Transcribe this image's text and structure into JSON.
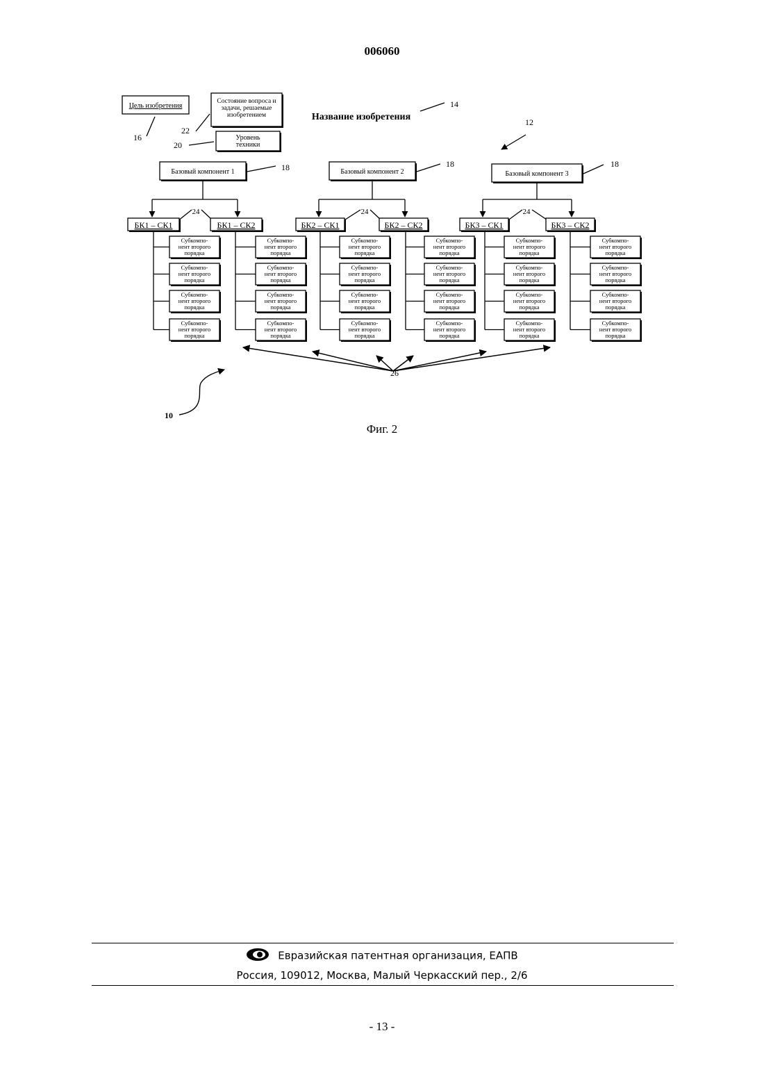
{
  "header": {
    "doc_number": "006060"
  },
  "figure": {
    "title": "Название изобретения",
    "purpose_label": "Цель изобретения",
    "state_label": [
      "Состояние вопроса и",
      "задачи, решаемые",
      "изобретением"
    ],
    "level_label": [
      "Уровень",
      "техники"
    ],
    "base_labels": [
      "Базовый компонент 1",
      "Базовый компонент 2",
      "Базовый компонент 3"
    ],
    "sub_labels": [
      "БК1 – СК1",
      "БК1 – СК2",
      "БК2 – СК1",
      "БК2 – СК2",
      "БК3 – СК1",
      "БК3 – СК2"
    ],
    "second_order_label": [
      "Субкомпо-",
      "нент второго",
      "порядка"
    ],
    "refs": {
      "title": "14",
      "tree": "12",
      "purpose": "16",
      "state": "22",
      "level": "20",
      "base": "18",
      "sub": "24",
      "leaf": "26",
      "figure": "10"
    }
  },
  "caption": "Фиг. 2",
  "footer": {
    "org": "Евразийская патентная организация, ЕАПВ",
    "address": "Россия, 109012, Москва, Малый Черкасский пер., 2/6",
    "logo_icon": "eapo-eye-icon"
  },
  "page_number": "- 13 -"
}
